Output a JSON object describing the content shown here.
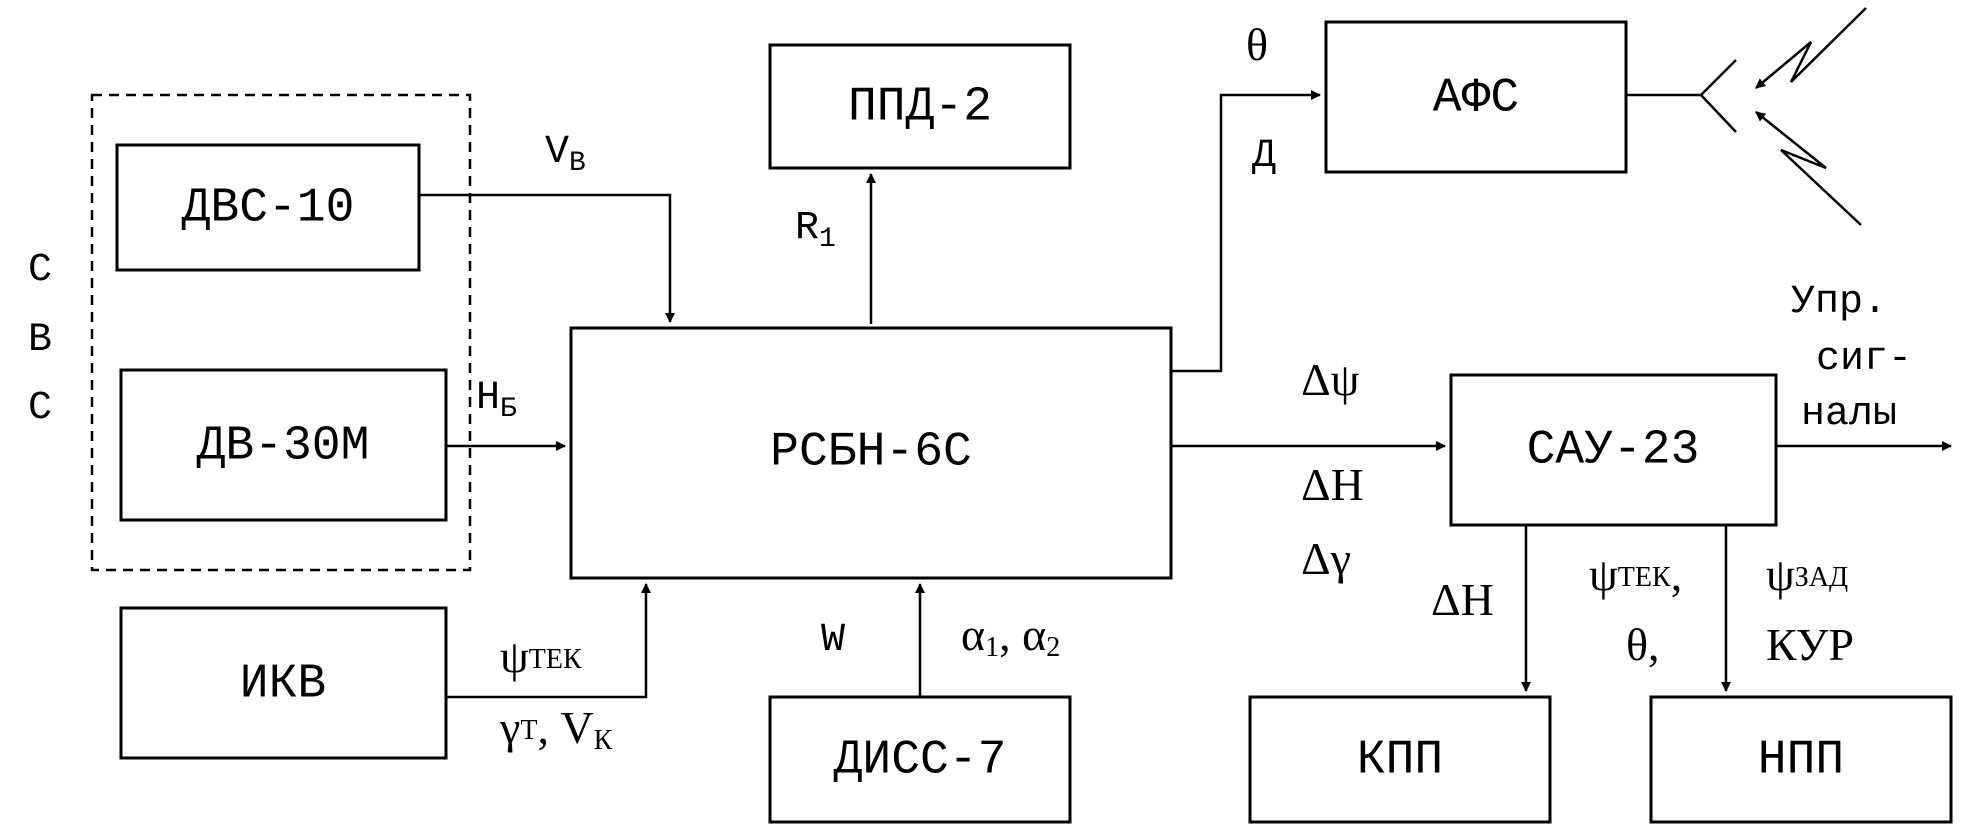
{
  "blocks": {
    "dvs10": "ДВС-10",
    "dv30m": "ДВ-30М",
    "ikv": "ИКВ",
    "ppd2": "ППД-2",
    "rsbn6s": "РСБН-6С",
    "diss7": "ДИСС-7",
    "afs": "АФС",
    "sau23": "САУ-23",
    "kpp": "КПП",
    "npp": "НПП"
  },
  "group": {
    "label_lines": [
      "С",
      "В",
      "С"
    ]
  },
  "signals": {
    "v_main": "V",
    "v_sub": "В",
    "h_main": "H",
    "h_sub": "Б",
    "r_main": "R",
    "r_sub": "1",
    "psi_tek_sym": "ψ",
    "psi_tek_sub": "ТЕК",
    "gamma_sym": "γ",
    "gamma_sub": "Т",
    "vk_sep": ", V",
    "vk_sub": "К",
    "w": "W",
    "alpha1_sym": "α",
    "alpha1_sub": "1",
    "alpha_sep": ", α",
    "alpha2_sub": "2",
    "theta": "θ",
    "d": "Д",
    "dpsi": "Δψ",
    "dh": "ΔH",
    "dgamma": "Δγ",
    "dh_kpp": "ΔH",
    "psi_tek2_sym": "ψ",
    "psi_tek2_sub": "ТЕК",
    "psi_tek2_comma": ",",
    "theta2": "θ,",
    "psi_zad_sym": "ψ",
    "psi_zad_sub": "ЗАД",
    "kur": "КУР",
    "upr_lines": [
      "Упр.",
      "сиг-",
      "налы"
    ]
  }
}
